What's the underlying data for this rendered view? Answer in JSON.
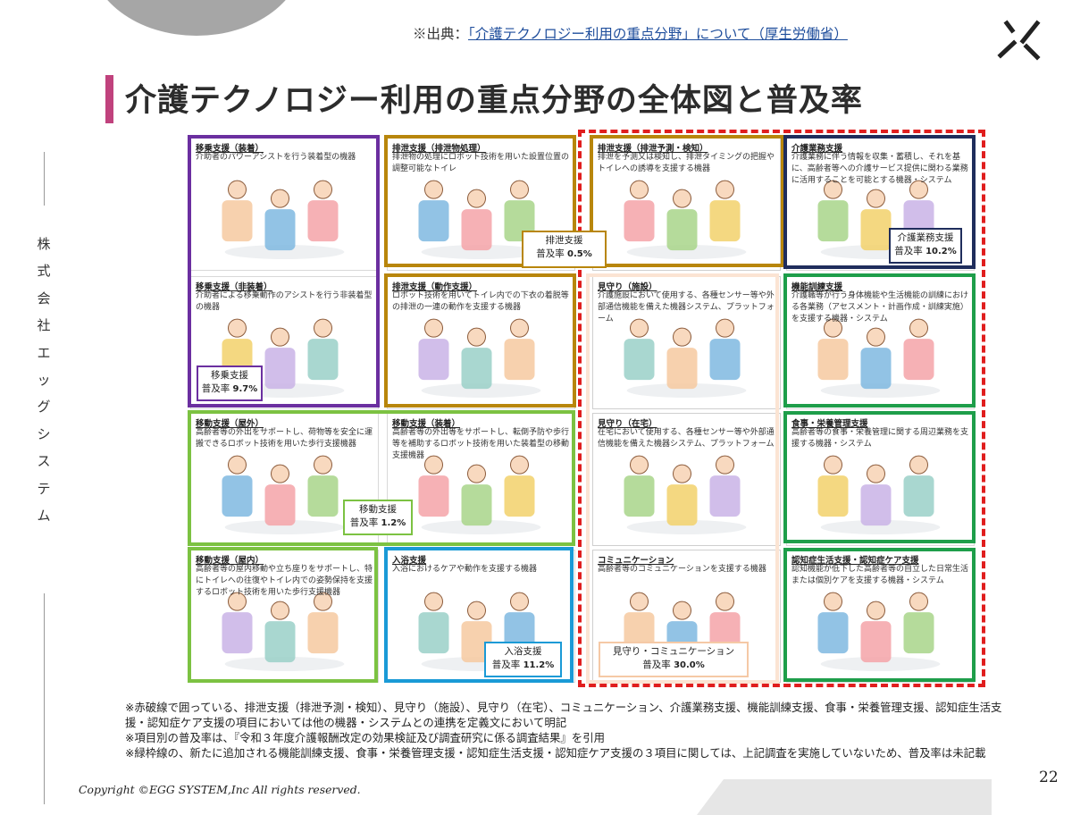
{
  "header": {
    "source_prefix": "※出典：",
    "source_link": "「介護テクノロジー利用の重点分野」について（厚生労働省）",
    "title": "介護テクノロジー利用の重点分野の全体図と普及率"
  },
  "sidebar": {
    "company": "株式会社エッグシステム"
  },
  "panels": [
    {
      "title": "移乗支援（装着）",
      "desc": "介助者のパワーアシストを行う装着型の機器"
    },
    {
      "title": "排泄支援（排泄物処理）",
      "desc": "排泄物の処理にロボット技術を用いた設置位置の調整可能なトイレ"
    },
    {
      "title": "排泄支援（排泄予測・検知）",
      "desc": "排泄を予測又は検知し、排泄タイミングの把握やトイレへの誘導を支援する機器"
    },
    {
      "title": "介護業務支援",
      "desc": "介護業務に伴う情報を収集・蓄積し、それを基に、高齢者等への介護サービス提供に関わる業務に活用することを可能とする機器・システム"
    },
    {
      "title": "移乗支援（非装着）",
      "desc": "介助者による移乗動作のアシストを行う非装着型の機器"
    },
    {
      "title": "排泄支援（動作支援）",
      "desc": "ロボット技術を用いてトイレ内での下衣の着脱等の排泄の一連の動作を支援する機器"
    },
    {
      "title": "見守り（施設）",
      "desc": "介護施設において使用する、各種センサー等や外部通信機能を備えた機器システム、プラットフォーム"
    },
    {
      "title": "機能訓練支援",
      "desc": "介護職等が行う身体機能や生活機能の訓練における各業務（アセスメント・計画作成・訓練実施）を支援する機器・システム"
    },
    {
      "title": "移動支援（屋外）",
      "desc": "高齢者等の外出をサポートし、荷物等を安全に運搬できるロボット技術を用いた歩行支援機器"
    },
    {
      "title": "移動支援（装着）",
      "desc": "高齢者等の外出等をサポートし、転倒予防や歩行等を補助するロボット技術を用いた装着型の移動支援機器"
    },
    {
      "title": "見守り（在宅）",
      "desc": "在宅において使用する、各種センサー等や外部通信機能を備えた機器システム、プラットフォーム"
    },
    {
      "title": "食事・栄養管理支援",
      "desc": "高齢者等の食事・栄養管理に関する周辺業務を支援する機器・システム"
    },
    {
      "title": "移動支援（屋内）",
      "desc": "高齢者等の屋内移動や立ち座りをサポートし、特にトイレへの往復やトイレ内での姿勢保持を支援するロボット技術を用いた歩行支援機器"
    },
    {
      "title": "入浴支援",
      "desc": "入浴におけるケアや動作を支援する機器"
    },
    {
      "title": "コミュニケーション",
      "desc": "高齢者等のコミュニケーションを支援する機器"
    },
    {
      "title": "認知症生活支援・認知症ケア支援",
      "desc": "認知機能が低下した高齢者等の自立した日常生活または個別ケアを支援する機器・システム"
    }
  ],
  "rates": [
    {
      "label": "排泄支援",
      "prefix": "普及率",
      "value": "0.5%",
      "color": "#b8860b"
    },
    {
      "label": "介護業務支援",
      "prefix": "普及率",
      "value": "10.2%",
      "color": "#1f2d5c"
    },
    {
      "label": "移乗支援",
      "prefix": "普及率",
      "value": "9.7%",
      "color": "#6b2fa0"
    },
    {
      "label": "移動支援",
      "prefix": "普及率",
      "value": "1.2%",
      "color": "#7cc242"
    },
    {
      "label": "入浴支援",
      "prefix": "普及率",
      "value": "11.2%",
      "color": "#1a9ad6"
    },
    {
      "label": "見守り・コミュニケーション",
      "prefix": "普及率",
      "value": "30.0%",
      "color": "#f5c9a6"
    }
  ],
  "colors": {
    "transfer": "#6b2fa0",
    "excretion": "#b8860b",
    "business": "#1f2d5c",
    "training": "#1e9e4a",
    "mobility": "#7cc242",
    "bathing": "#1a9ad6",
    "monitoring": "#fbe4d3",
    "red_dash": "#e01e1e",
    "title_bar": "#c0427d"
  },
  "footnotes": [
    "※赤破線で囲っている、排泄支援（排泄予測・検知）、見守り（施設）、見守り（在宅）、コミュニケーション、介護業務支援、機能訓練支援、食事・栄養管理支援、認知症生活支援・認知症ケア支援の項目においては他の機器・システムとの連携を定義文において明記",
    "※項目別の普及率は、『令和３年度介護報酬改定の効果検証及び調査研究に係る調査結果』を引用",
    "※緑枠線の、新たに追加される機能訓練支援、食事・栄養管理支援・認知症生活支援・認知症ケア支援の３項目に関しては、上記調査を実施していないため、普及率は未記載"
  ],
  "footer": {
    "copyright": "Copyright ©EGG SYSTEM,Inc All rights reserved.",
    "page": "22"
  }
}
